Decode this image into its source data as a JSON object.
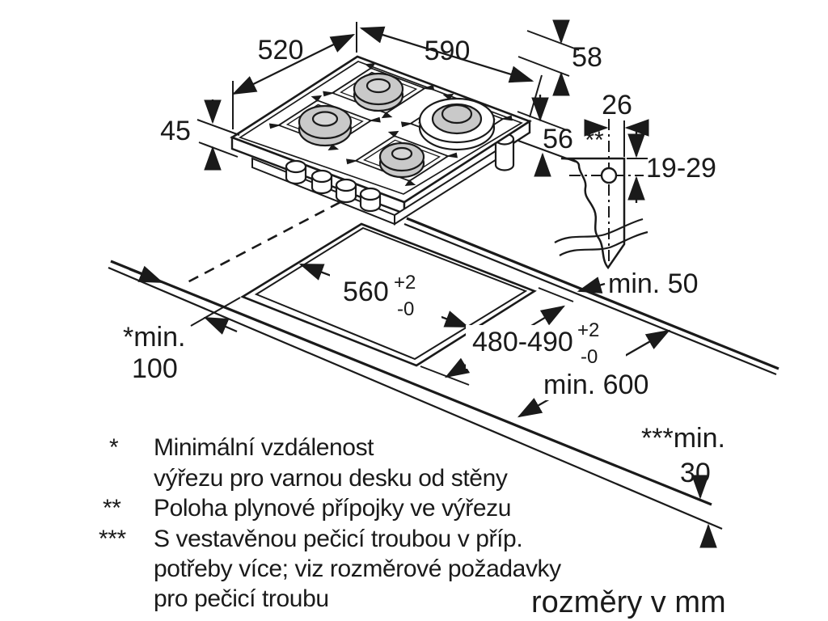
{
  "diagram": {
    "title_domain": "gas-hob-installation-dimensions",
    "dims": {
      "hob_width": "520",
      "hob_depth": "590",
      "d58": "58",
      "d45": "45",
      "d56": "56",
      "d26": "26",
      "gas_pos_marker": "**",
      "d19_29": "19-29",
      "min50": "min. 50",
      "cutout_width": "560",
      "tol_plus": "+2",
      "tol_minus": "-0",
      "cutout_depth": "480-490",
      "min100_label": "*min.",
      "min100_value": "100",
      "min600": "min. 600",
      "min30_label": "***min.",
      "min30_value": "30"
    },
    "footnotes": [
      {
        "marker": "*",
        "lines": [
          "Minimální vzdálenost",
          "výřezu pro varnou desku od stěny"
        ]
      },
      {
        "marker": "**",
        "lines": [
          "Poloha plynové přípojky ve výřezu"
        ]
      },
      {
        "marker": "***",
        "lines": [
          "S vestavěnou pečicí troubou v příp.",
          "potřeby více; viz rozměrové požadavky",
          "pro pečicí troubu"
        ]
      }
    ],
    "units_note": "rozměry v mm",
    "colors": {
      "line": "#1a1a1a",
      "burner_fill": "#c9c9c9",
      "burner_fill_light": "#d6d6d6",
      "bg": "#ffffff"
    }
  }
}
